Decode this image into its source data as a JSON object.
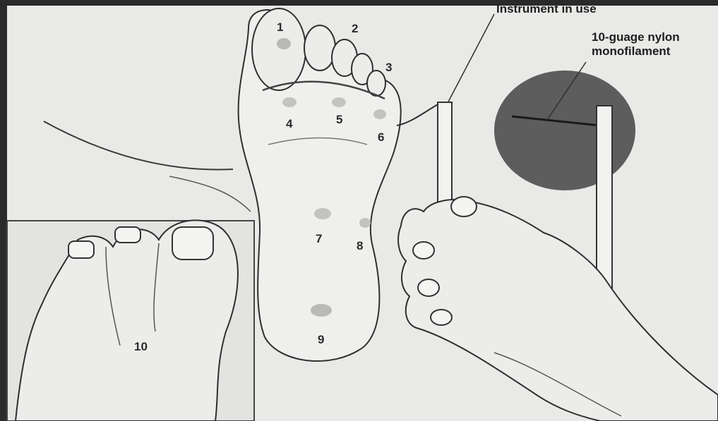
{
  "figure": {
    "instrument_caption": "Instrument in use",
    "filament_caption_line1": "10-guage nylon",
    "filament_caption_line2": "monofilament"
  },
  "test_sites": [
    "1",
    "2",
    "3",
    "4",
    "5",
    "6",
    "7",
    "8",
    "9",
    "10"
  ],
  "colors": {
    "background_frame": "#2a2a2a",
    "paper": "#e9e9e7",
    "ink": "#2b2b2b",
    "test_site_spot": "#b9b9b7",
    "monofilament_disc": "#5d5d5d"
  }
}
